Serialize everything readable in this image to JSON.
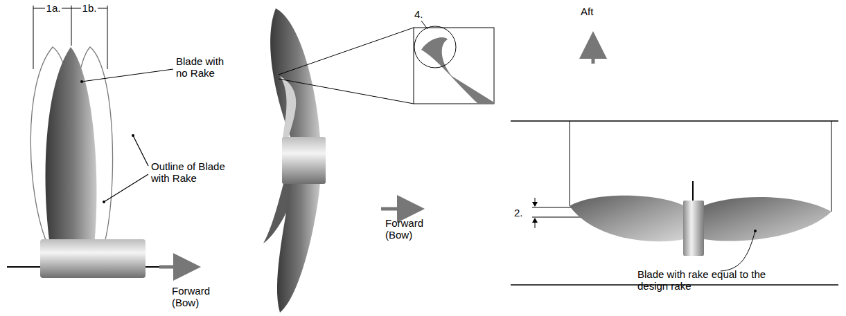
{
  "diagram": {
    "labels": [
      "1a.",
      "1b.",
      "Blade with no Rake",
      "Outline of Blade with Rake",
      "Forward (Bow)",
      "4.",
      "Forward (Bow)",
      "Aft",
      "2.",
      "Blade with rake equal to the design rake"
    ]
  }
}
